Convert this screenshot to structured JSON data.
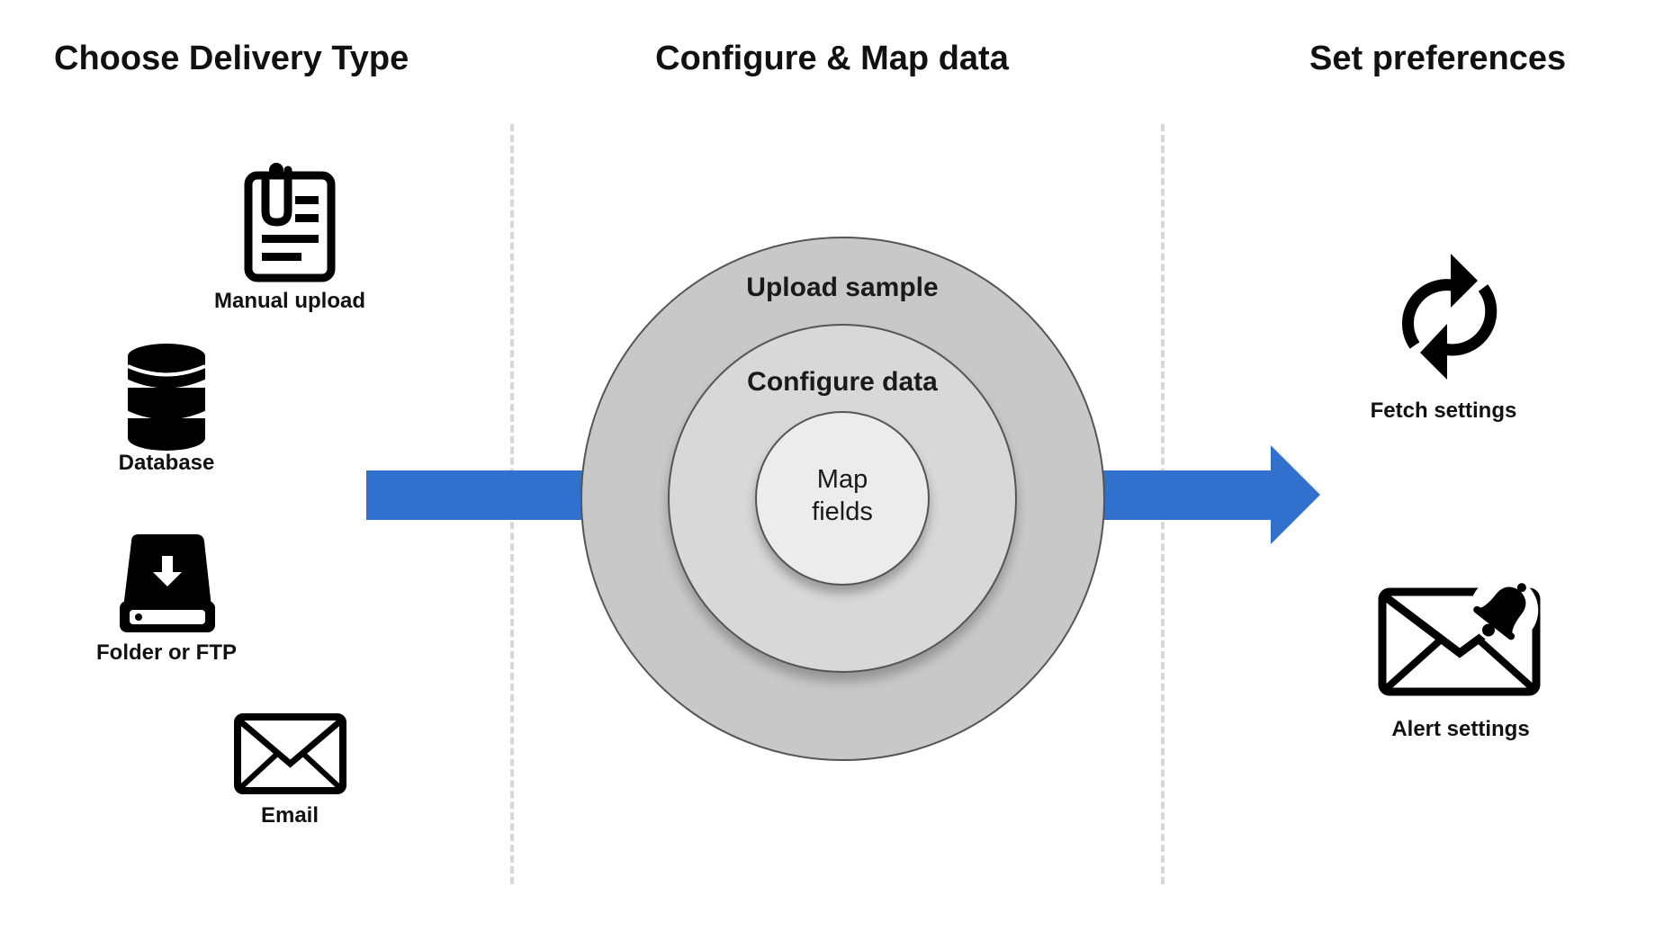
{
  "headings": {
    "left": "Choose Delivery Type",
    "center": "Configure & Map data",
    "right": "Set preferences"
  },
  "delivery_types": {
    "manual_upload": {
      "label": "Manual upload",
      "icon": "clipboard-icon"
    },
    "database": {
      "label": "Database",
      "icon": "database-icon"
    },
    "folder_ftp": {
      "label": "Folder or FTP",
      "icon": "download-drive-icon"
    },
    "email": {
      "label": "Email",
      "icon": "envelope-icon"
    }
  },
  "configure": {
    "outer": "Upload sample",
    "middle": "Configure data",
    "inner": "Map fields"
  },
  "preferences": {
    "fetch": {
      "label": "Fetch settings",
      "icon": "refresh-icon"
    },
    "alert": {
      "label": "Alert settings",
      "icon": "envelope-bell-icon"
    }
  },
  "colors": {
    "arrow": "#3170cc",
    "outer_ring": "#c8c8c8",
    "middle_ring": "#d8d8d8",
    "inner_ring": "#ececec"
  }
}
